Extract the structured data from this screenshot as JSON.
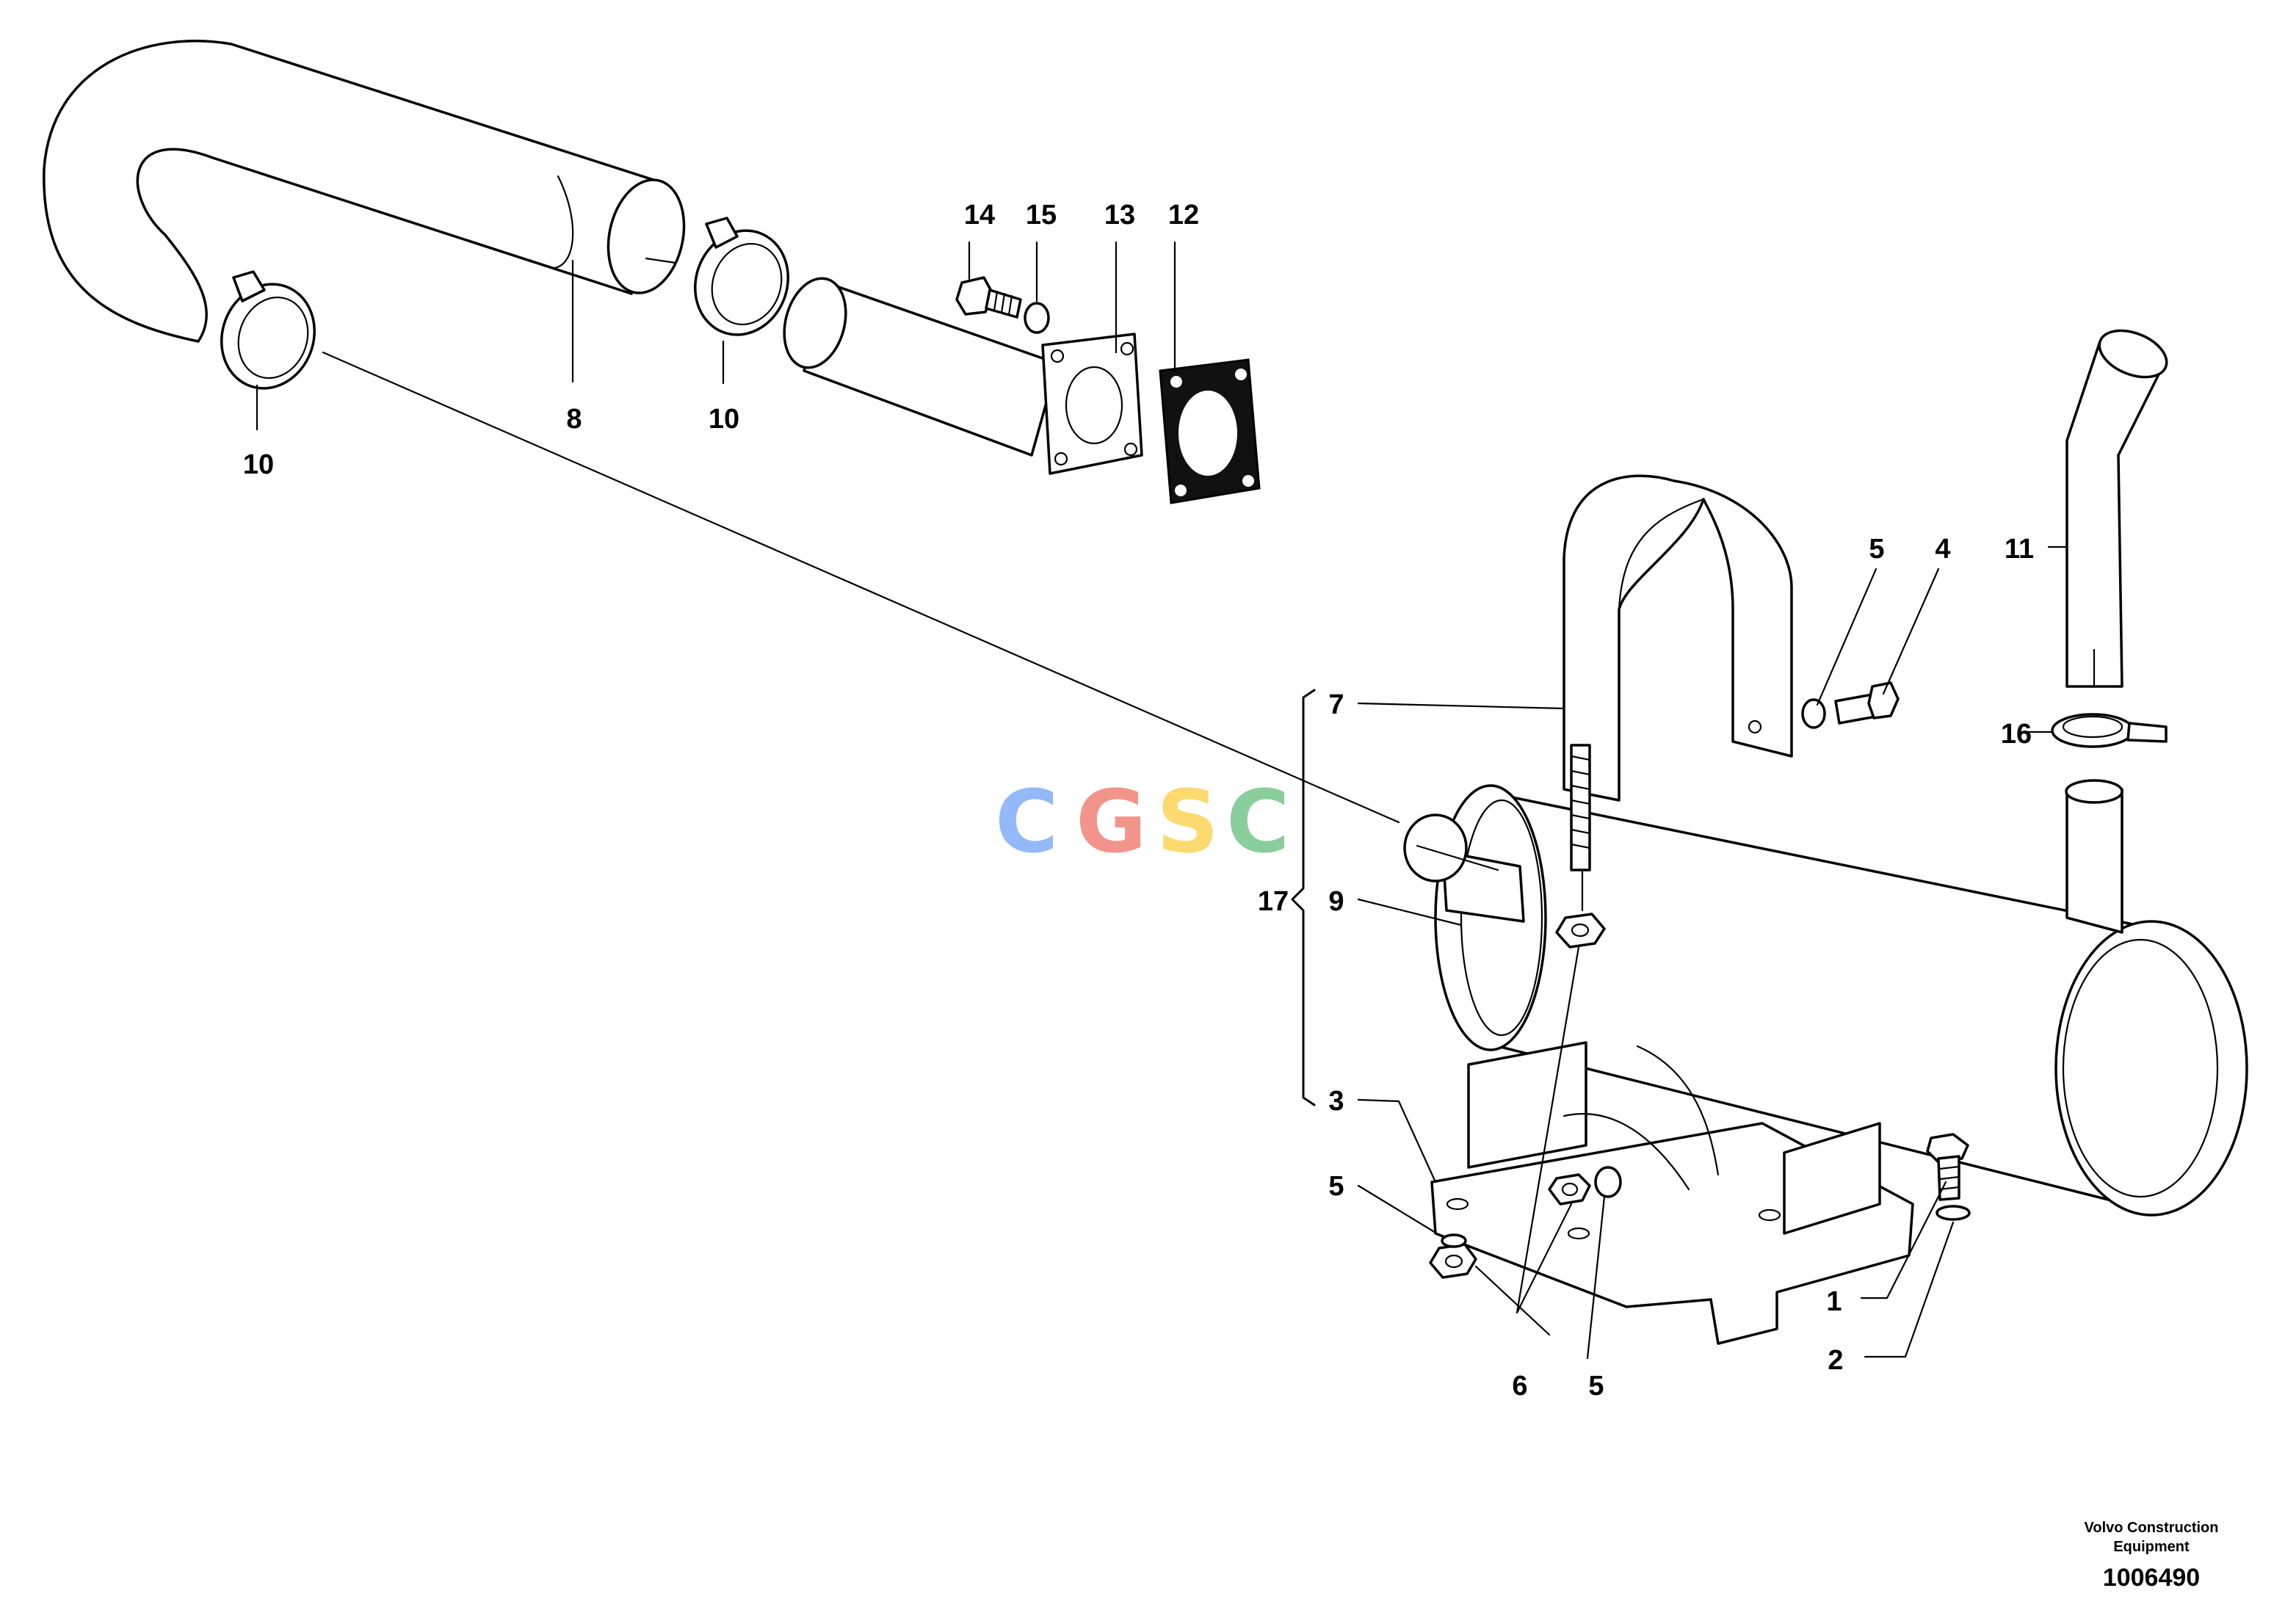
{
  "labels": {
    "l1": "1",
    "l2": "2",
    "l3": "3",
    "l4": "4",
    "l5a": "5",
    "l5b": "5",
    "l5c": "5",
    "l6": "6",
    "l7": "7",
    "l8": "8",
    "l9": "9",
    "l10a": "10",
    "l10b": "10",
    "l11": "11",
    "l12": "12",
    "l13": "13",
    "l14": "14",
    "l15": "15",
    "l16": "16",
    "l17": "17"
  },
  "watermark": {
    "letters": [
      "C",
      "G",
      "S",
      "C"
    ],
    "colors": [
      "#8ab4f8",
      "#f28b82",
      "#fdd663",
      "#81c995"
    ]
  },
  "footer": {
    "maker_line1": "Volvo Construction",
    "maker_line2": "Equipment",
    "doc_number": "1006490"
  }
}
